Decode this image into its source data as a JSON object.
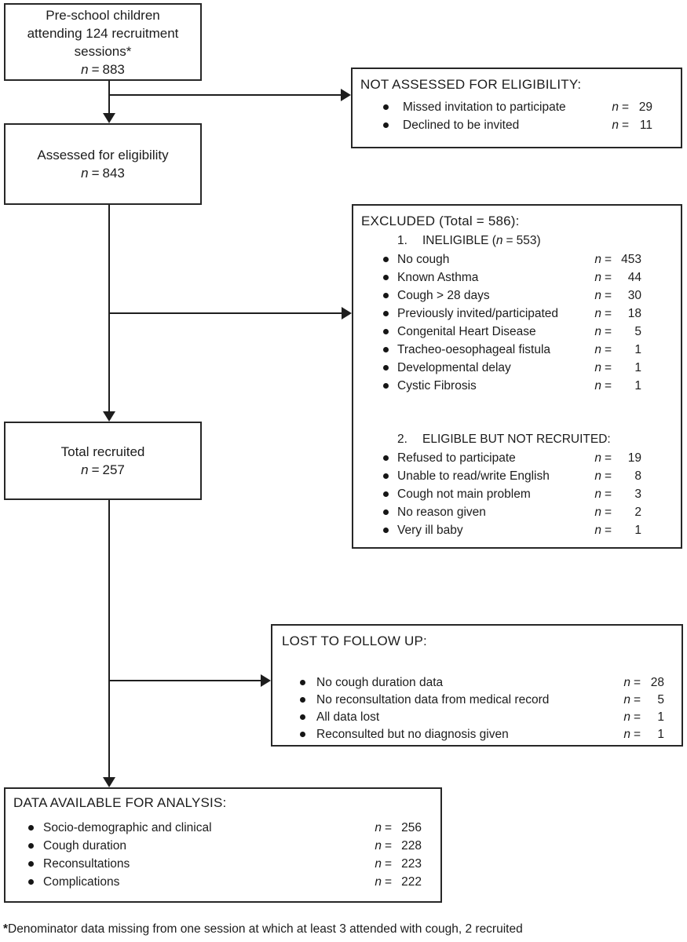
{
  "n_symbol": "n",
  "equals_sign": "=",
  "flow_boxes": [
    {
      "name": "recruitment-sessions",
      "lines": [
        "Pre-school children",
        "attending 124 recruitment",
        "sessions*"
      ],
      "n_value": "883"
    },
    {
      "name": "assessed-eligibility",
      "lines": [
        "Assessed for eligibility"
      ],
      "n_value": "843"
    },
    {
      "name": "total-recruited",
      "lines": [
        "Total recruited"
      ],
      "n_value": "257"
    }
  ],
  "side_boxes": [
    {
      "name": "not-assessed",
      "title": "NOT ASSESSED FOR ELIGIBILITY:",
      "items": [
        {
          "label": "Missed invitation to participate",
          "n": "29"
        },
        {
          "label": "Declined to be invited",
          "n": "11"
        }
      ]
    },
    {
      "name": "excluded",
      "title": "EXCLUDED (Total = 586):",
      "sections": [
        {
          "number": "1.",
          "heading_before": "INELIGIBLE (",
          "heading_n": "553",
          "heading_after": ")",
          "items": [
            {
              "label": "No cough",
              "n": "453"
            },
            {
              "label": "Known Asthma",
              "n": "44"
            },
            {
              "label": "Cough > 28 days",
              "n": "30"
            },
            {
              "label": "Previously invited/participated",
              "n": "18"
            },
            {
              "label": "Congenital Heart Disease",
              "n": "5"
            },
            {
              "label": "Tracheo-oesophageal fistula",
              "n": "1"
            },
            {
              "label": "Developmental delay",
              "n": "1"
            },
            {
              "label": "Cystic Fibrosis",
              "n": "1"
            }
          ]
        },
        {
          "number": "2.",
          "heading_before": "ELIGIBLE BUT NOT RECRUITED:",
          "items": [
            {
              "label": "Refused to participate",
              "n": "19"
            },
            {
              "label": "Unable to read/write English",
              "n": "8"
            },
            {
              "label": "Cough not main problem",
              "n": "3"
            },
            {
              "label": "No reason given",
              "n": "2"
            },
            {
              "label": "Very ill baby",
              "n": "1"
            }
          ]
        }
      ]
    },
    {
      "name": "lost-to-follow-up",
      "title": "LOST TO FOLLOW UP:",
      "items": [
        {
          "label": "No cough duration data",
          "n": "28"
        },
        {
          "label": "No reconsultation data from medical record",
          "n": "5"
        },
        {
          "label": "All data lost",
          "n": "1"
        },
        {
          "label": "Reconsulted but no diagnosis given",
          "n": "1"
        }
      ]
    },
    {
      "name": "data-available",
      "title": "DATA AVAILABLE FOR ANALYSIS:",
      "items": [
        {
          "label": "Socio-demographic and clinical",
          "n": "256"
        },
        {
          "label": "Cough duration",
          "n": "228"
        },
        {
          "label": "Reconsultations",
          "n": "223"
        },
        {
          "label": "Complications",
          "n": "222"
        }
      ]
    }
  ],
  "footnote_asterisk": "*",
  "footnote_text": "Denominator data missing from one session at which at least 3 attended with cough, 2 recruited",
  "colors": {
    "background": "#ffffff",
    "text": "#1c1c1c",
    "border": "#272727",
    "line": "#1e1e1e"
  }
}
